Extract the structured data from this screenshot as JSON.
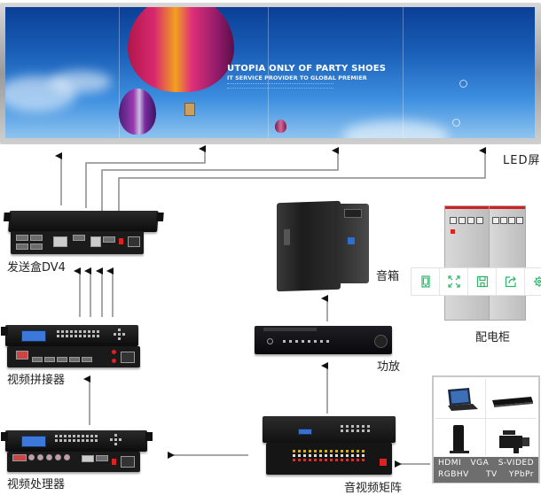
{
  "led_screen": {
    "label": "LED屏",
    "ad_title": "UTOPIA ONLY OF PARTY SHOES",
    "ad_subtitle": "IT SERVICE PROVIDER TO GLOBAL PREMIER"
  },
  "devices": {
    "sender_box": "发送盒DV4",
    "video_splicer": "视频拼接器",
    "video_processor": "视频处理器",
    "speaker": "音箱",
    "amplifier": "功放",
    "av_matrix": "音视频矩阵",
    "power_cabinet": "配电柜"
  },
  "sources": {
    "row1": [
      "HDMI",
      "VGA",
      "S-VIDED"
    ],
    "row2": [
      "RGBHV",
      "TV",
      "YPbPr"
    ],
    "icons": [
      "laptop-icon",
      "dvd-player-icon",
      "set-top-box-icon",
      "camcorder-icon"
    ]
  },
  "toolbar": {
    "buttons": [
      "tablet-icon",
      "expand-icon",
      "save-icon",
      "share-icon",
      "settings-icon"
    ],
    "accent_color": "#2fb56a"
  }
}
